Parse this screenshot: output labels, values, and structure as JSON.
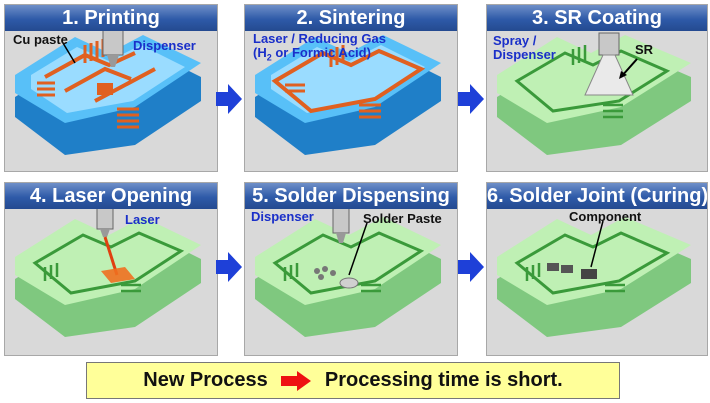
{
  "panels": [
    {
      "title": "1. Printing",
      "labels": [
        "Cu paste",
        "Dispenser"
      ]
    },
    {
      "title": "2. Sintering",
      "labels": [
        "Laser / Reducing Gas",
        "(H",
        "2",
        " or Formic Acid)"
      ]
    },
    {
      "title": "3. SR Coating",
      "labels": [
        "Spray /",
        "Dispenser",
        "SR"
      ]
    },
    {
      "title": "4. Laser Opening",
      "labels": [
        "Laser"
      ]
    },
    {
      "title": "5. Solder Dispensing",
      "labels": [
        "Dispenser",
        "Solder Paste"
      ]
    },
    {
      "title": "6. Solder Joint (Curing)",
      "labels": [
        "Component"
      ]
    }
  ],
  "banner": {
    "left": "New Process",
    "right": "Processing time is short."
  },
  "colors": {
    "title_blue": "#2e5aa8",
    "label_blue": "#1a2fc9",
    "copper": "#e06020",
    "substrate_blue": "#44b0f0",
    "substrate_green": "#bff0b4",
    "trace_green": "#3a9a3a",
    "banner_yellow": "#ffff99",
    "arrow_red": "#ee1111"
  }
}
